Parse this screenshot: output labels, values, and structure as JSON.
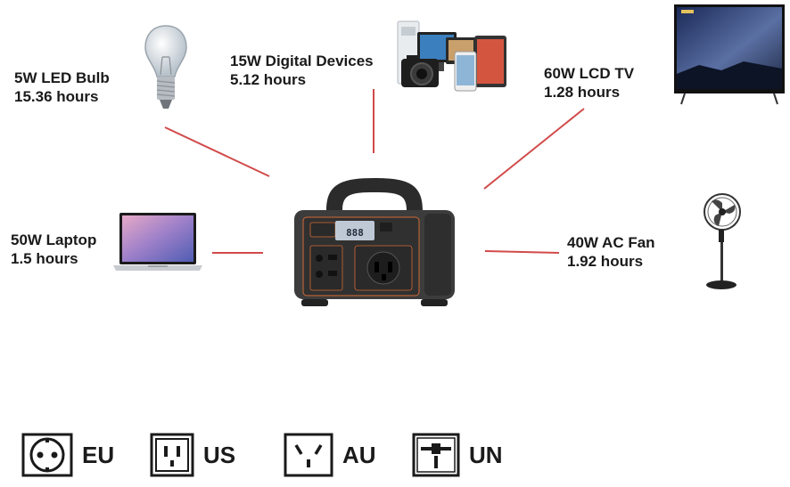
{
  "devices": {
    "bulb": {
      "name": "5W LED Bulb",
      "runtime": "15.36 hours"
    },
    "digital": {
      "name": "15W Digital Devices",
      "runtime": "5.12 hours"
    },
    "tv": {
      "name": "60W LCD TV",
      "runtime": "1.28 hours"
    },
    "laptop": {
      "name": "50W Laptop",
      "runtime": "1.5 hours"
    },
    "fan": {
      "name": "40W AC Fan",
      "runtime": "1.92 hours"
    }
  },
  "station": {
    "display_readout": "888"
  },
  "sockets": [
    {
      "label": "EU"
    },
    {
      "label": "US"
    },
    {
      "label": "AU"
    },
    {
      "label": "UN"
    }
  ],
  "colors": {
    "connector": "#d24a4a",
    "text": "#1a1a1a",
    "accent": "#e0622d"
  },
  "icons": [
    "light-bulb-icon",
    "digital-devices-icon",
    "tv-icon",
    "laptop-icon",
    "fan-icon",
    "power-station-icon",
    "eu-socket-icon",
    "us-socket-icon",
    "au-socket-icon",
    "un-socket-icon"
  ]
}
